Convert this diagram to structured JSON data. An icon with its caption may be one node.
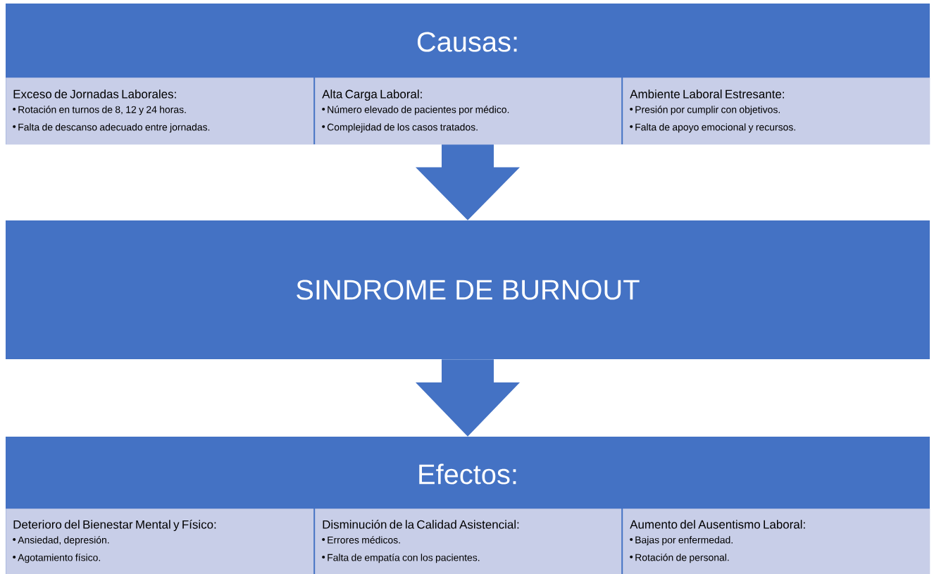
{
  "diagram": {
    "nodes": [
      {
        "text": [
          "Causas:"
        ]
      },
      {
        "text": [
          "Exceso de Jornadas Laborales:",
          "Rotación en turnos de 8, 12 y 24 horas.",
          "Falta de descanso adecuado entre jornadas."
        ],
        "in": 0
      },
      {
        "text": [
          "Alta Carga Laboral:",
          "Número elevado de pacientes por médico.",
          "Complejidad de los casos tratados."
        ],
        "in": 0
      },
      {
        "text": [
          "Ambiente Laboral Estresante:",
          "Presión por cumplir con objetivos.",
          "Falta de apoyo emocional y recursos."
        ],
        "in": 0
      },
      {
        "text": [
          "SINDROME DE BURNOUT"
        ]
      },
      {
        "text": [
          "Efectos:"
        ]
      },
      {
        "text": [
          "Deterioro del Bienestar Mental y Físico:",
          "Ansiedad, depresión.",
          "Agotamiento físico."
        ],
        "in": 5
      },
      {
        "text": [
          "Disminución de la Calidad Asistencial:",
          "Errores médicos.",
          "Falta de empatía con los pacientes."
        ],
        "in": 5
      },
      {
        "text": [
          "Aumento del Ausentismo Laboral:",
          "Bajas por enfermedad.",
          "Rotación de personal."
        ],
        "in": 5
      }
    ],
    "edges": [
      {
        "from": 0,
        "to": 4,
        "arrow": "to"
      },
      {
        "from": 4,
        "to": 5,
        "arrow": "to"
      }
    ]
  }
}
